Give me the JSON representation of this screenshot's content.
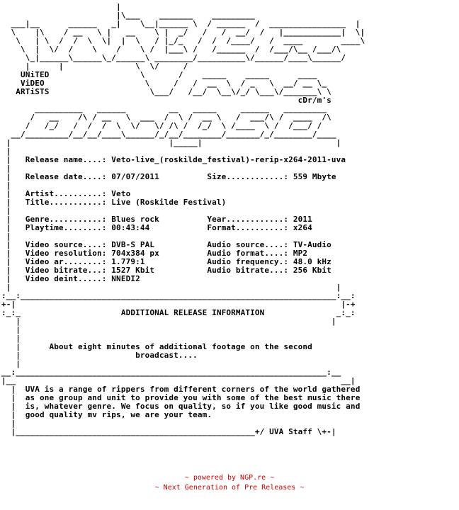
{
  "nfo_text": "                        |\n                        |\\___    _______    _________\n  ___|__      ______   _|    \\__|______ \\  / ______  /  ________________  |\n  \\    |\\    / __   \\ |   __    \\ |  _/   /   /  __/  /   |____________|  \\|\n   \\   | \\  /  /  \\  \\|  |  \\   / |_/_   /  /  /____/   /  ____        ____\\\n    \\  |  \\/  /    \\    /    \\ /  |___\\ /   /______  /  /___/\\__ /___/\\\n     \\_|______\\______\\_/______\\ ________/__________\\/______/____\\______/\n     |      |               \\  \\/     /\n    UNiTED                   \\       /    _____    _____      ____\n    ViDEO                     \\     /   /  __  \\  / _   \\  __/ __ \\_\n   ARTiSTS                     \\___/   /__/  \\__\\/_/ \\___\\/_______\\ \\\n                                                              cDr/m's\n       __________   ______         __   _____     ______   _________\n      /   __    /\\ / __   \\  ___  /  \\ /  __ \\   /  ___/\\ /  ____  /\\\n     /   /_/   /  /  /  \\  \\/   \\/ /\\ /  /_/  \\ /____  \\ /  /___/ /\n  __/_________/__/__/____\\______/_/__/________/_______/_/________/____\n |                                 |_____|                            |\n |\n |   Release name....: Veto-live_(roskilde_festival)-rerip-x264-2011-uva\n |\n |   Release date....: 07/07/2011          Size............: 559 Mbyte\n |\n |   Artist..........: Veto\n |   Title...........: Live (Roskilde Festival)\n |\n |   Genre...........: Blues rock          Year............: 2011\n |   Playtime........: 00:43:44            Format..........: x264\n |\n |   Video source....: DVB-S PAL           Audio source....: TV-Audio\n |   Video resolution: 704x384 px          Audio format....: MP2\n |   Video ar........: 1.779:1             Audio frequency.: 48.0 kHz\n |   Video bitrate...: 1527 Kbit           Audio bitrate...: 256 Kbit\n |   Video deint.....: NNEDI2\n |                                                                    |\n:__:__________________________________________________________________:__:\n+-|                                                                    |-+\n:_:_                     ADDITIONAL RELEASE INFORMATION               _:_:\n   |                                                                 |\n   |\n   |\n   |      About eight minutes of additional footage on the second\n   |                        broadcast....\n   |\n__:_________________________________________________________________:__\n|__                                                                    __|\n  |  UVA is a range of rippers from different corners of the world gathered\n  |  as one group and unit to provide you with some of the best music there\n  |  is, whatever genre. We focus on quality, so if you like good music and\n  |  good quality mv rips, we are your team.\n  |\n  |__________________________________________________+/ UVA Staff \\+-|",
  "credits": {
    "line1": "~ powered by NGP.re ~",
    "line2": "~ Next Generation of Pre Releases ~"
  }
}
